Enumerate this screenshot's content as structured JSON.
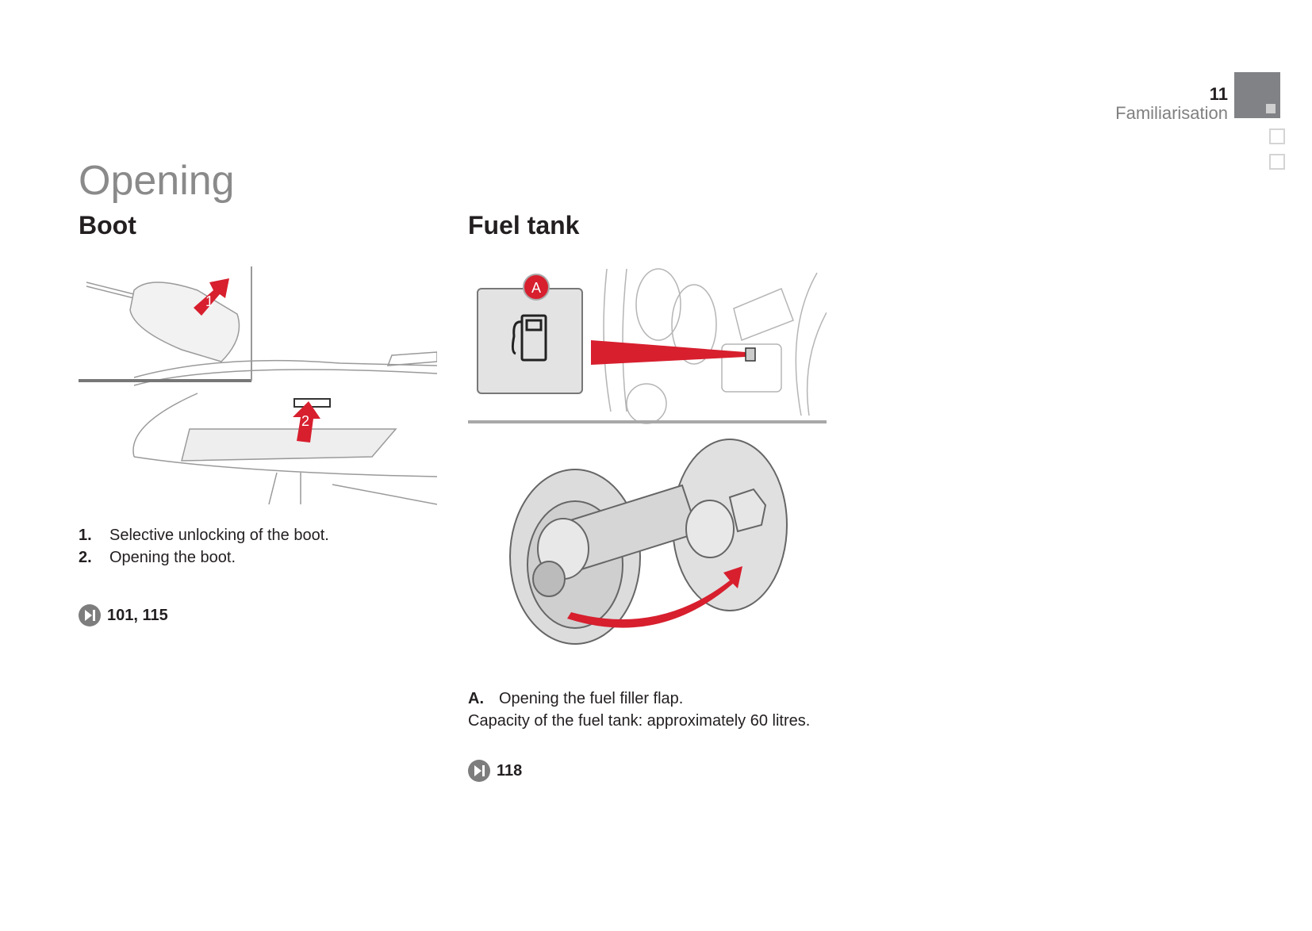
{
  "header": {
    "page_number": "11",
    "section": "Familiarisation"
  },
  "page_title": "Opening",
  "boot": {
    "heading": "Boot",
    "callouts": [
      "1",
      "2"
    ],
    "items": [
      {
        "num": "1.",
        "text": "Selective unlocking of the boot."
      },
      {
        "num": "2.",
        "text": "Opening the boot."
      }
    ],
    "ref": "101, 115"
  },
  "fuel": {
    "heading": "Fuel tank",
    "callout": "A",
    "item": {
      "num": "A.",
      "text": "Opening the fuel filler flap."
    },
    "capacity": "Capacity of the fuel tank: approximately 60 litres.",
    "ref": "118"
  },
  "colors": {
    "accent": "#d71f2e",
    "tab": "#808285",
    "title": "#8a8a8a"
  }
}
